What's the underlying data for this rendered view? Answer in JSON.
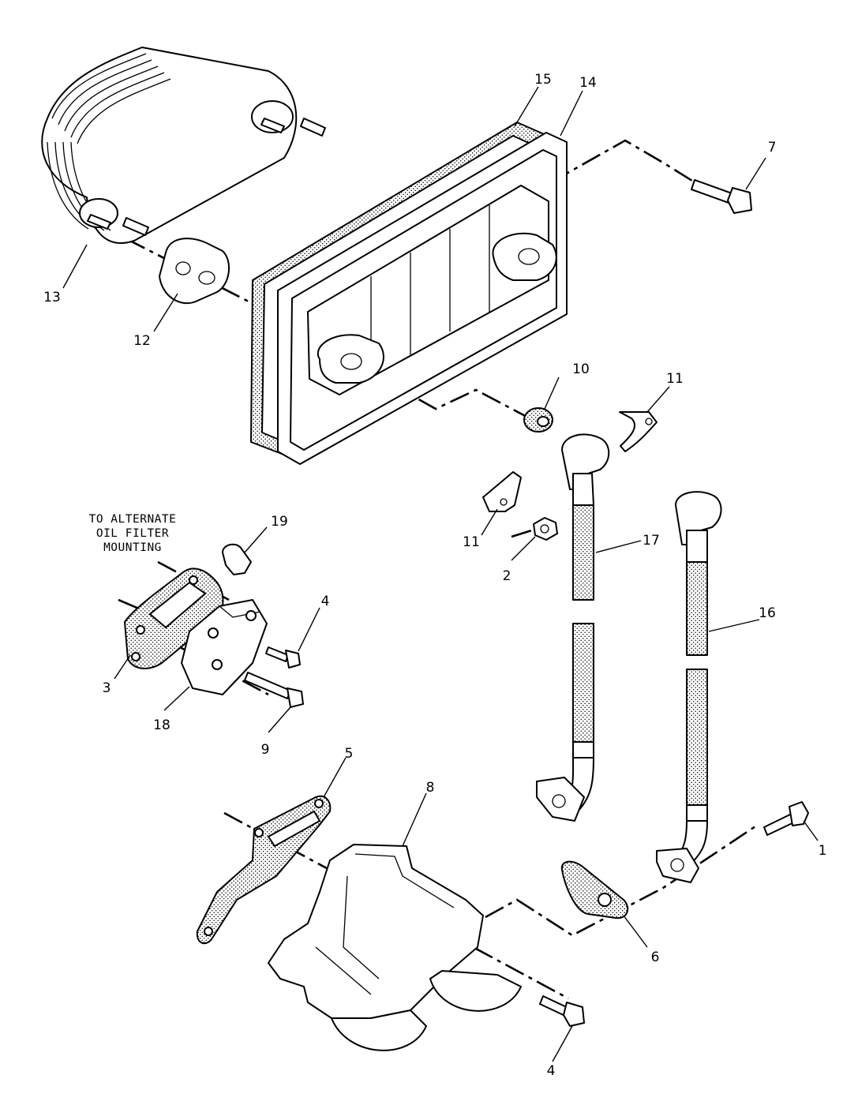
{
  "note": {
    "lines": [
      "TO ALTERNATE",
      "OIL FILTER",
      "MOUNTING"
    ]
  },
  "callouts": [
    {
      "id": "c15",
      "label": "15"
    },
    {
      "id": "c14",
      "label": "14"
    },
    {
      "id": "c7",
      "label": "7"
    },
    {
      "id": "c13",
      "label": "13"
    },
    {
      "id": "c12",
      "label": "12"
    },
    {
      "id": "c10",
      "label": "10"
    },
    {
      "id": "c11a",
      "label": "11"
    },
    {
      "id": "c11b",
      "label": "11"
    },
    {
      "id": "c2",
      "label": "2"
    },
    {
      "id": "c17",
      "label": "17"
    },
    {
      "id": "c19",
      "label": "19"
    },
    {
      "id": "c4a",
      "label": "4"
    },
    {
      "id": "c3",
      "label": "3"
    },
    {
      "id": "c18",
      "label": "18"
    },
    {
      "id": "c9",
      "label": "9"
    },
    {
      "id": "c16",
      "label": "16"
    },
    {
      "id": "c5",
      "label": "5"
    },
    {
      "id": "c8",
      "label": "8"
    },
    {
      "id": "c1",
      "label": "1"
    },
    {
      "id": "c6",
      "label": "6"
    },
    {
      "id": "c4b",
      "label": "4"
    }
  ]
}
